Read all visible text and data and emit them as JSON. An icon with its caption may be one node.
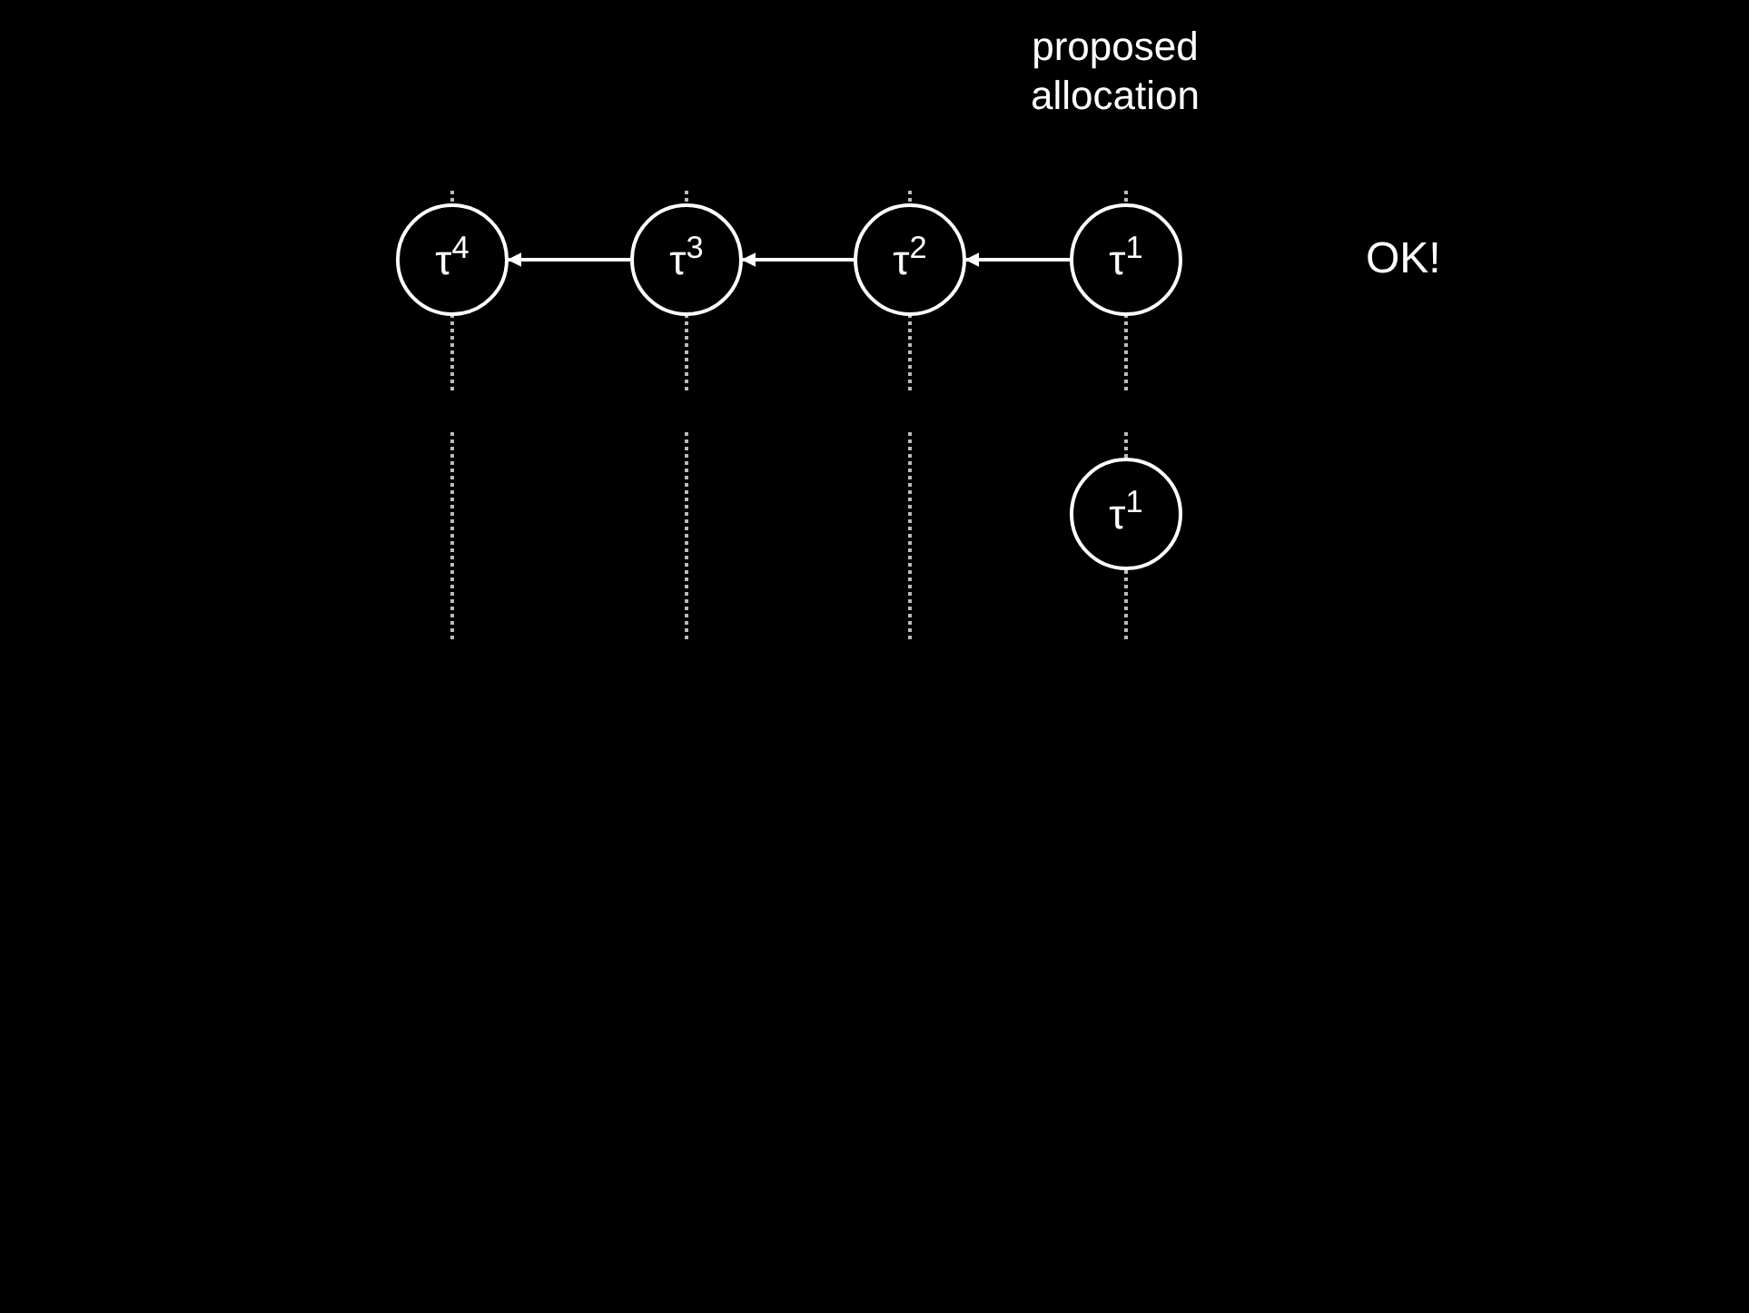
{
  "diagram": {
    "nodes": [
      {
        "text": [
          "τ$^{4}$"
        ]
      },
      {
        "text": [
          "τ$^{3}$"
        ]
      },
      {
        "text": [
          "τ$^{2}$"
        ]
      },
      {
        "text": [
          "τ$^{1}$"
        ]
      },
      {
        "text": [
          "τ$^{1}$"
        ]
      }
    ],
    "edges": [
      {
        "from": 3,
        "to": 2,
        "arrow": "to"
      },
      {
        "from": 2,
        "to": 1,
        "arrow": "to"
      },
      {
        "from": 1,
        "to": 0,
        "arrow": "to"
      }
    ],
    "labels": [
      "proposed allocation",
      "OK!"
    ]
  }
}
